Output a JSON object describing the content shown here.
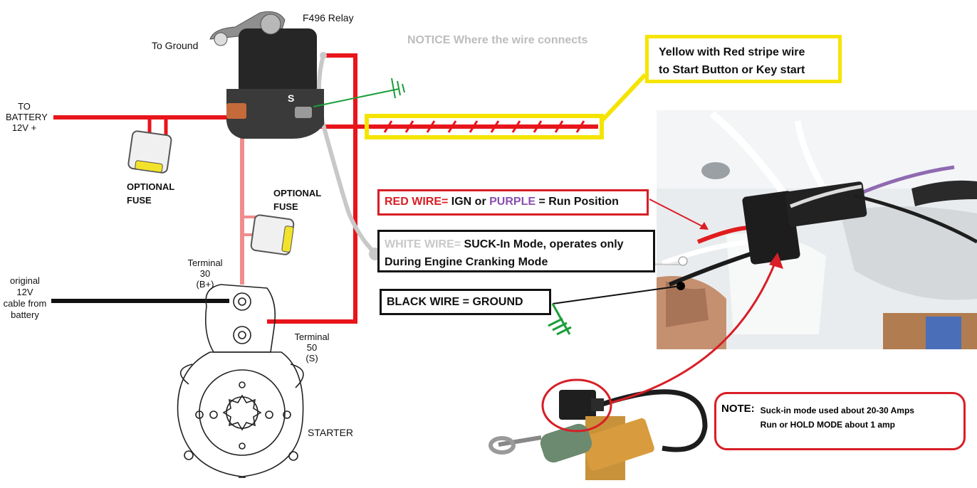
{
  "colors": {
    "power_wire": "#e8151b",
    "fused_wire": "#f28c8c",
    "suck_in_wire": "#c8c8c8",
    "ground_wire": "#1a9e3a",
    "highlight_yellow": "#f5e400",
    "callout_red": "#d81e26",
    "run_purple": "#8a4fb0"
  },
  "labels": {
    "relay": "F496 Relay",
    "to_ground": "To Ground",
    "notice": "NOTICE Where the wire connects",
    "relay_s": "S",
    "battery_to": "TO",
    "battery_name": "BATTERY",
    "battery_volt": "12V +",
    "fuse1_line1": "OPTIONAL",
    "fuse1_line2": "FUSE",
    "fuse2_line1": "OPTIONAL",
    "fuse2_line2": "FUSE",
    "term30_line1": "Terminal",
    "term30_line2": "30",
    "term30_line3": "(B+)",
    "term50_line1": "Terminal",
    "term50_line2": "50",
    "term50_line3": "(S)",
    "cable_line1": "original",
    "cable_line2": "12V",
    "cable_line3": "cable from",
    "cable_line4": "battery",
    "starter": "STARTER"
  },
  "callouts": {
    "yellow_line1": "Yellow  with Red stripe wire",
    "yellow_line2": "to Start Button or Key start",
    "red_wire_prefix": "RED WIRE=",
    "red_wire_mid": " IGN or ",
    "red_wire_purple": "PURPLE",
    "red_wire_suffix": " = Run Position",
    "white_wire_prefix": "WHITE WIRE=",
    "white_wire_rest": " SUCK-In Mode, operates only",
    "white_wire_line2": "During Engine Cranking Mode",
    "black_wire": "BLACK WIRE = GROUND",
    "note_title": "NOTE:",
    "note_line1": "Suck-in mode used about 20-30 Amps",
    "note_line2": "Run or HOLD MODE about 1 amp"
  }
}
